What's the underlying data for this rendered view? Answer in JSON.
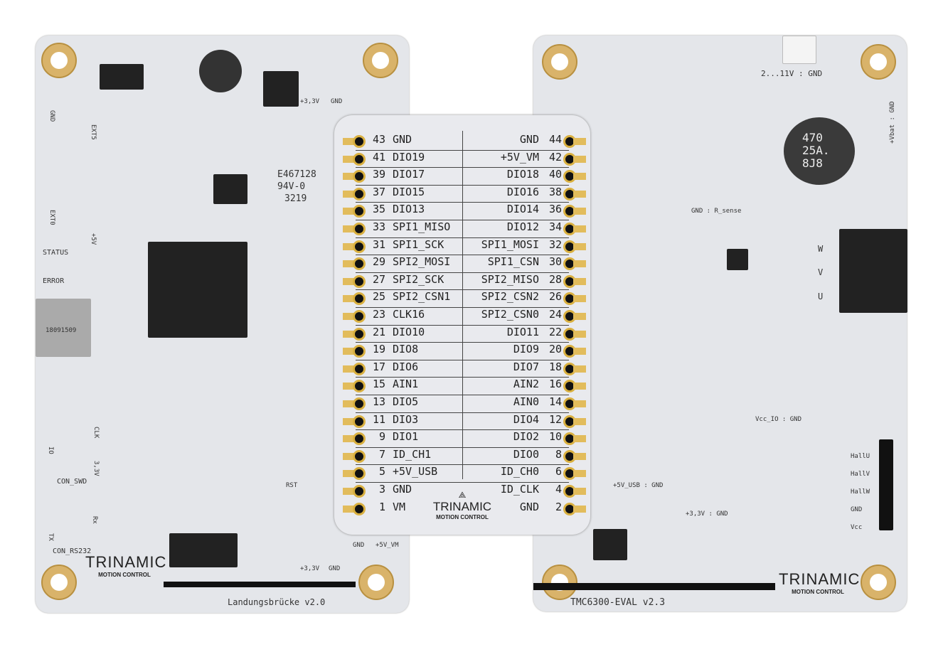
{
  "left_board": {
    "name": "Landungsbrücke v2.0",
    "logo": "TRINAMIC",
    "logo_sub": "MOTION CONTROL",
    "labels": [
      "GND",
      "EXT5",
      "EXT0",
      "+5V",
      "STATUS",
      "ERROR",
      "CLK",
      "IO",
      "3,3V",
      "CON_SWD",
      "Rx",
      "TX",
      "CON_RS232",
      "RST",
      "+3,3V",
      "GND",
      "E467128",
      "94V-0",
      "3219",
      "18091509",
      "+3,3V",
      "GND",
      "GND",
      "+5V_VM"
    ]
  },
  "adapter": {
    "logo": "TRINAMIC",
    "logo_sub": "MOTION CONTROL",
    "left_pins": [
      [
        "43",
        "GND"
      ],
      [
        "41",
        "DIO19"
      ],
      [
        "39",
        "DIO17"
      ],
      [
        "37",
        "DIO15"
      ],
      [
        "35",
        "DIO13"
      ],
      [
        "33",
        "SPI1_MISO"
      ],
      [
        "31",
        "SPI1_SCK"
      ],
      [
        "29",
        "SPI2_MOSI"
      ],
      [
        "27",
        "SPI2_SCK"
      ],
      [
        "25",
        "SPI2_CSN1"
      ],
      [
        "23",
        "CLK16"
      ],
      [
        "21",
        "DIO10"
      ],
      [
        "19",
        "DIO8"
      ],
      [
        "17",
        "DIO6"
      ],
      [
        "15",
        "AIN1"
      ],
      [
        "13",
        "DIO5"
      ],
      [
        "11",
        "DIO3"
      ],
      [
        "9",
        "DIO1"
      ],
      [
        "7",
        "ID_CH1"
      ],
      [
        "5",
        "+5V_USB"
      ],
      [
        "3",
        "GND"
      ],
      [
        "1",
        "VM"
      ]
    ],
    "right_pins": [
      [
        "44",
        "GND"
      ],
      [
        "42",
        "+5V_VM"
      ],
      [
        "40",
        "DIO18"
      ],
      [
        "38",
        "DIO16"
      ],
      [
        "36",
        "DIO14"
      ],
      [
        "34",
        "DIO12"
      ],
      [
        "32",
        "SPI1_MOSI"
      ],
      [
        "30",
        "SPI1_CSN"
      ],
      [
        "28",
        "SPI2_MISO"
      ],
      [
        "26",
        "SPI2_CSN2"
      ],
      [
        "24",
        "SPI2_CSN0"
      ],
      [
        "22",
        "DIO11"
      ],
      [
        "20",
        "DIO9"
      ],
      [
        "18",
        "DIO7"
      ],
      [
        "16",
        "AIN2"
      ],
      [
        "14",
        "AIN0"
      ],
      [
        "12",
        "DIO4"
      ],
      [
        "10",
        "DIO2"
      ],
      [
        "8",
        "DIO0"
      ],
      [
        "6",
        "ID_CH0"
      ],
      [
        "4",
        "ID_CLK"
      ],
      [
        "2",
        "GND"
      ]
    ]
  },
  "right_board": {
    "name": "TMC6300-EVAL v2.3",
    "logo": "TRINAMIC",
    "logo_sub": "MOTION CONTROL",
    "supply": "2...11V : GND",
    "vbat": "+Vbat : GND",
    "cap": "470 25A. 8J8",
    "rsense": "GND : R_sense",
    "phases": [
      "W",
      "V",
      "U"
    ],
    "vccio": "Vcc_IO : GND",
    "usb": "+5V_USB : GND",
    "v33": "+3,3V : GND",
    "hall": [
      "HallU",
      "HallV",
      "HallW",
      "GND",
      "Vcc"
    ]
  }
}
